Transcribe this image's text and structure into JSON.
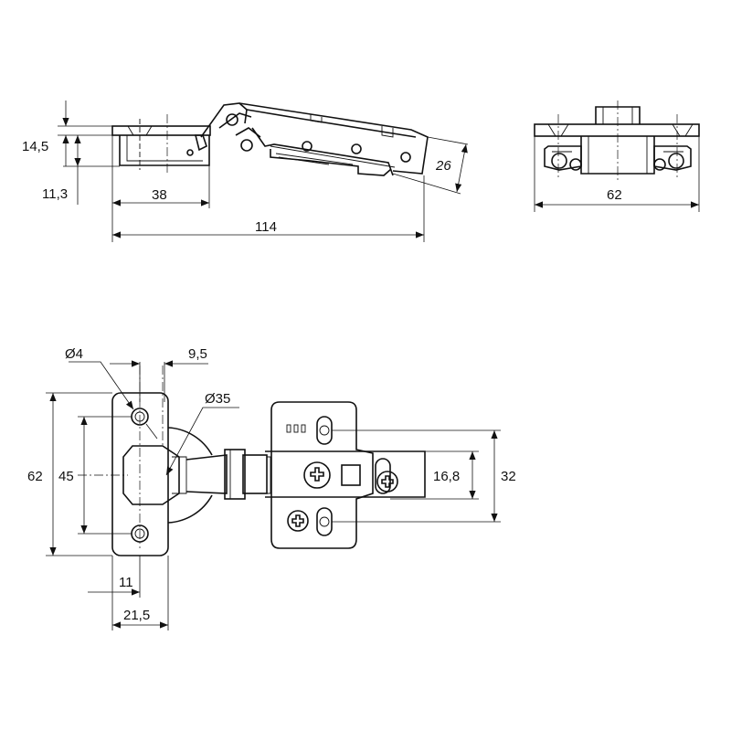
{
  "side_view": {
    "dim_height_upper": "14,5",
    "dim_height_lower": "11,3",
    "dim_cup_offset": "38",
    "dim_total_length": "114",
    "dim_arm_angle_height": "26"
  },
  "end_view": {
    "dim_width": "62"
  },
  "top_view": {
    "dim_screw_hole_diameter": "Ø4",
    "dim_edge_offset": "9,5",
    "dim_cup_diameter": "Ø35",
    "dim_plate_height": "62",
    "dim_hole_spacing": "45",
    "dim_hole_inset": "11",
    "dim_plate_width": "21,5",
    "dim_mount_inner": "16,8",
    "dim_mount_outer": "32"
  }
}
